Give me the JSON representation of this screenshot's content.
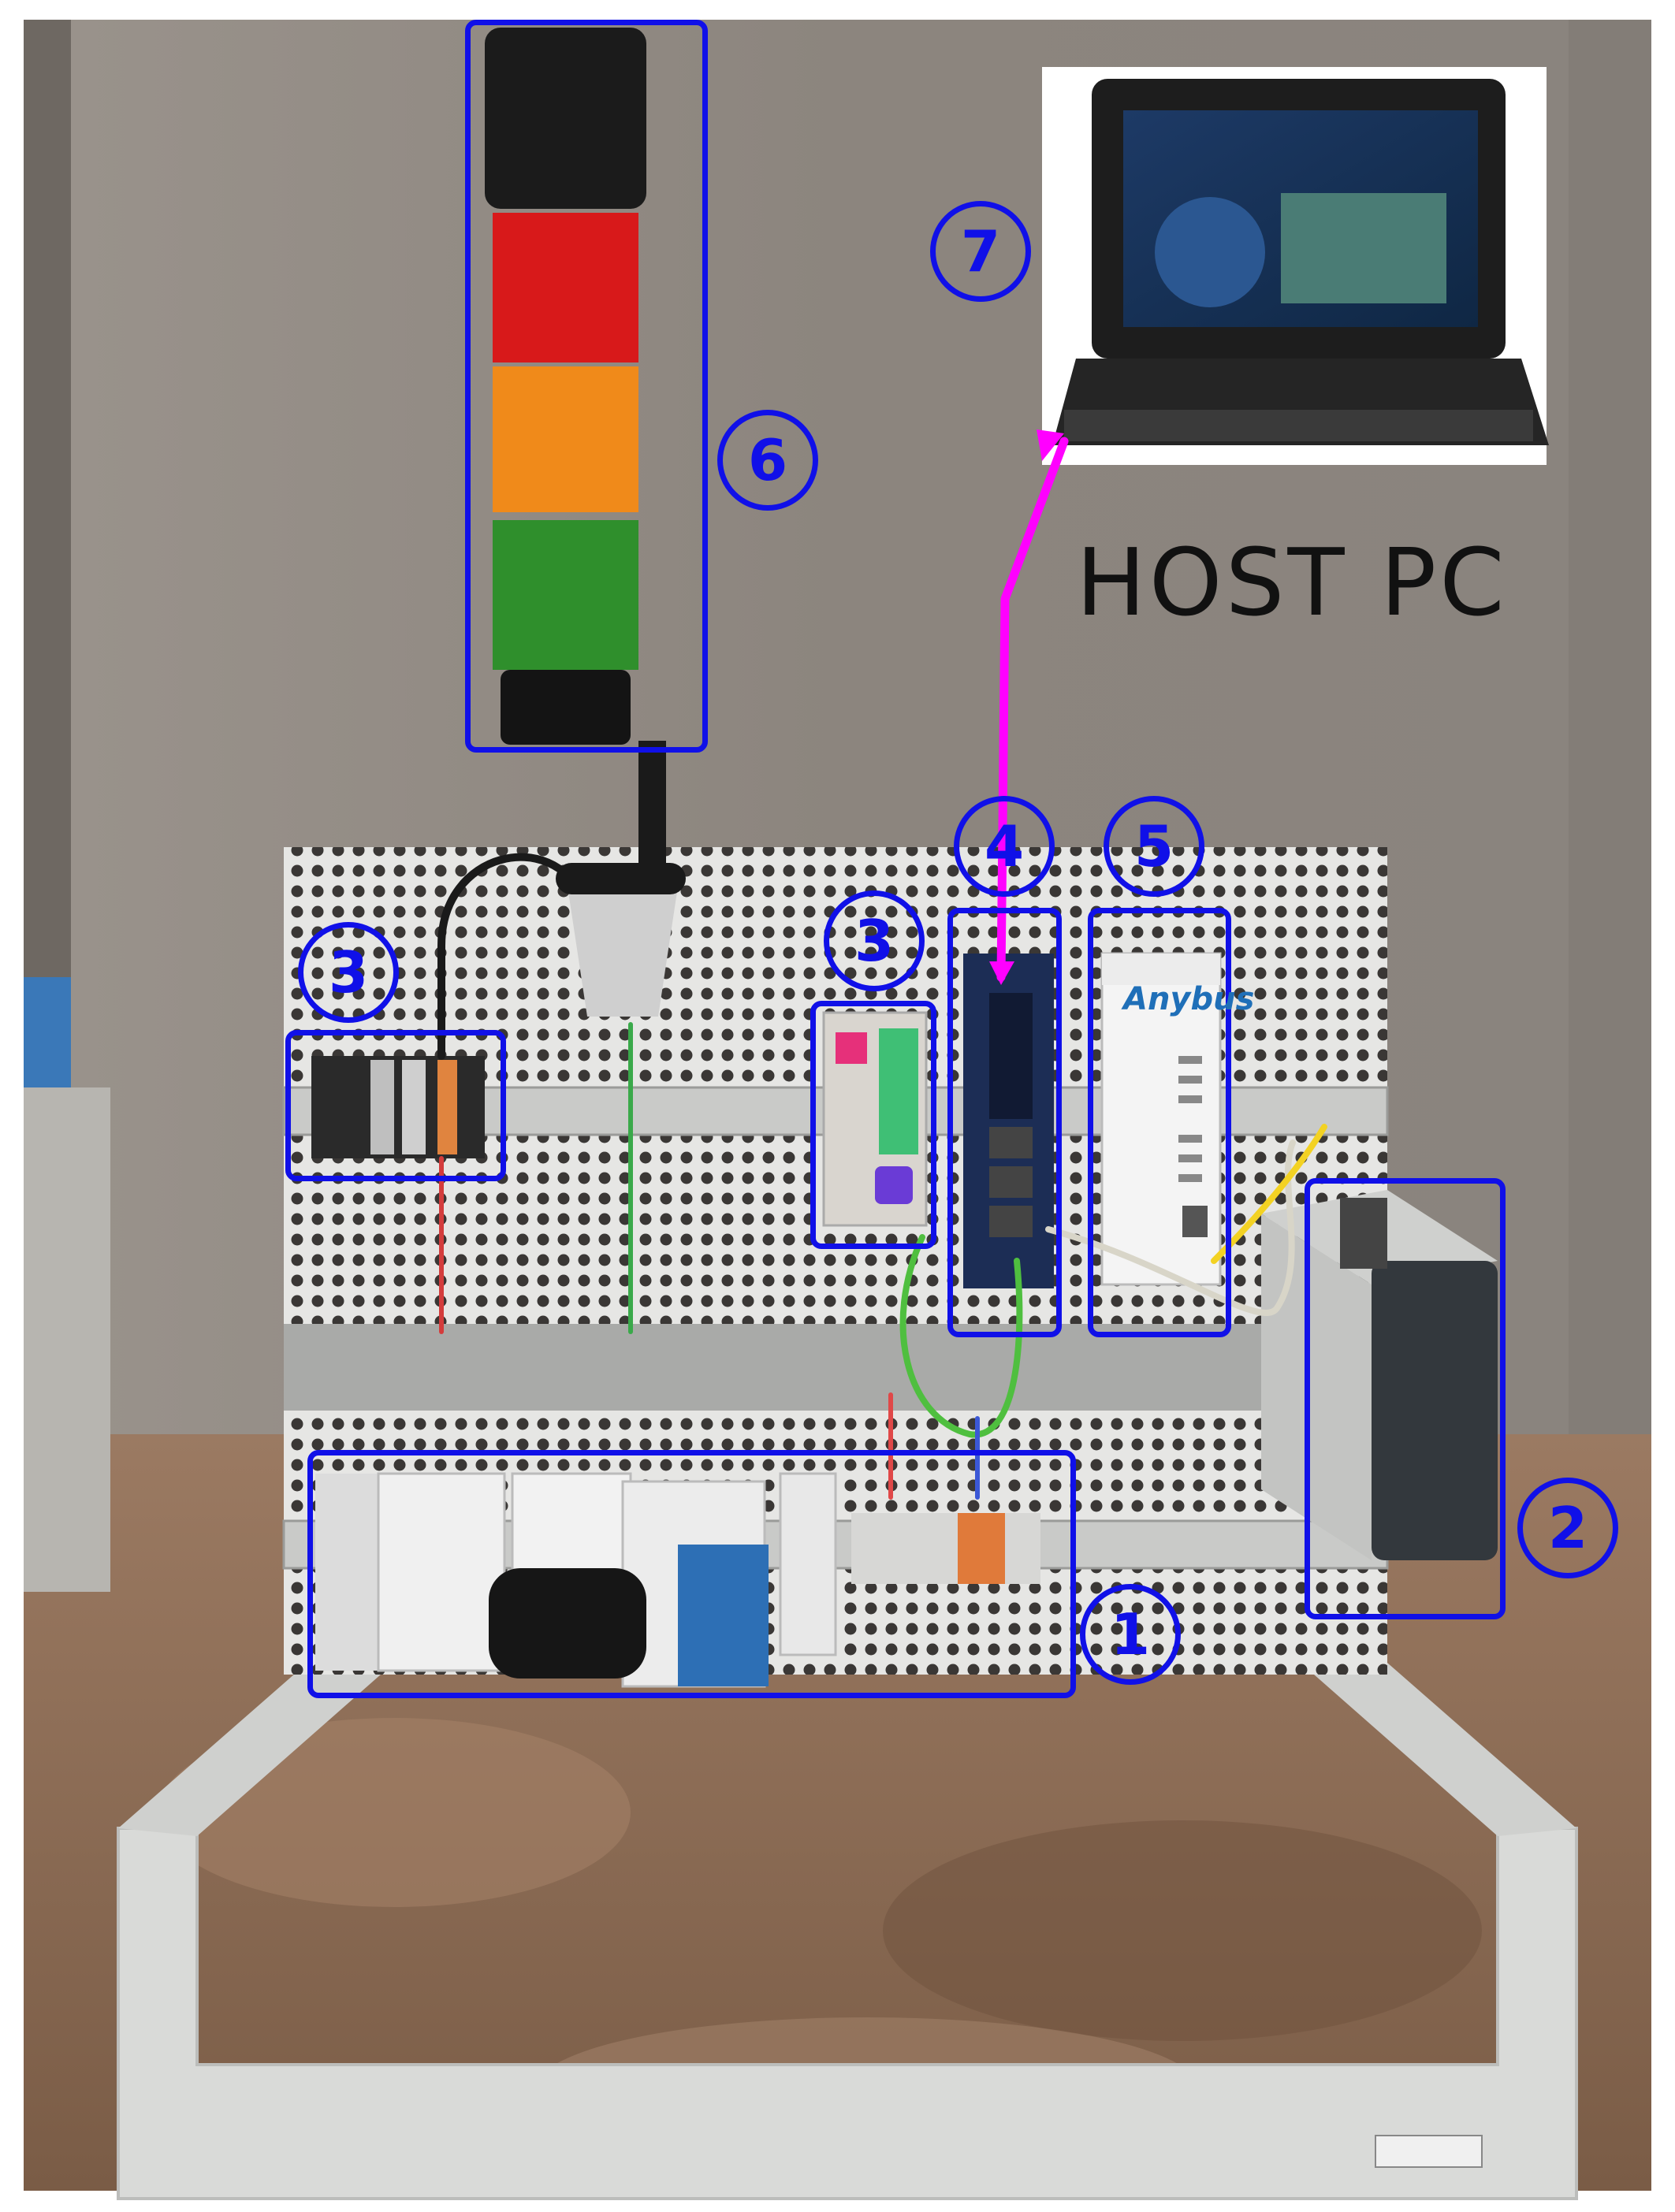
{
  "labels": {
    "host_pc": "HOST PC",
    "anybus": "Anybus"
  },
  "callouts": [
    "1",
    "2",
    "3",
    "3",
    "4",
    "5",
    "6",
    "7"
  ],
  "colors": {
    "callout_blue": "#1010e8",
    "cable_magenta": "#ff00ff",
    "wall": "#8e8780",
    "panel": "#e4e4e2",
    "floor": "#8a6a52"
  },
  "tower_light": [
    "red",
    "orange",
    "green"
  ]
}
